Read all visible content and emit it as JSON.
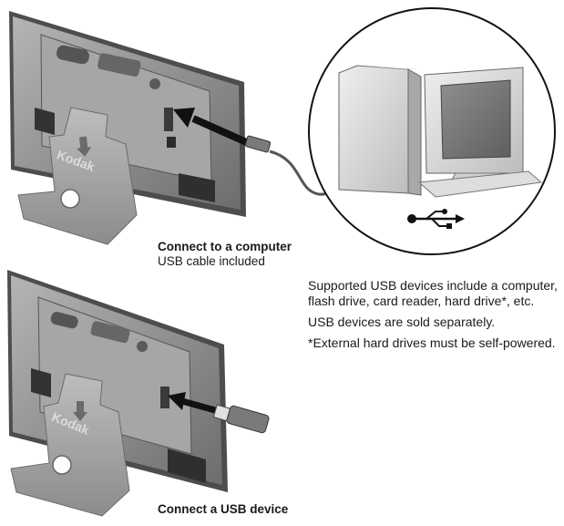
{
  "panel_top": {
    "caption_title": "Connect to a computer",
    "caption_sub": "USB cable included",
    "illustration": "picture-frame-back-with-usb-cable-to-computer",
    "logo_text": "Kodak",
    "usb_icon": "usb-icon"
  },
  "panel_bottom": {
    "caption_title": "Connect a USB device",
    "illustration": "picture-frame-back-with-usb-flash-drive",
    "logo_text": "Kodak"
  },
  "notes": {
    "line1": "Supported USB devices include a computer, flash drive, card reader, hard drive*, etc.",
    "line2": "USB devices are sold separately.",
    "line3": "*External hard drives must be self-powered."
  },
  "colors": {
    "frame_gray": "#9a9a9a",
    "frame_dark": "#5a5a5a",
    "stand_gray": "#a8a8a8",
    "arrow_black": "#111111",
    "computer_light": "#e6e6e6"
  }
}
